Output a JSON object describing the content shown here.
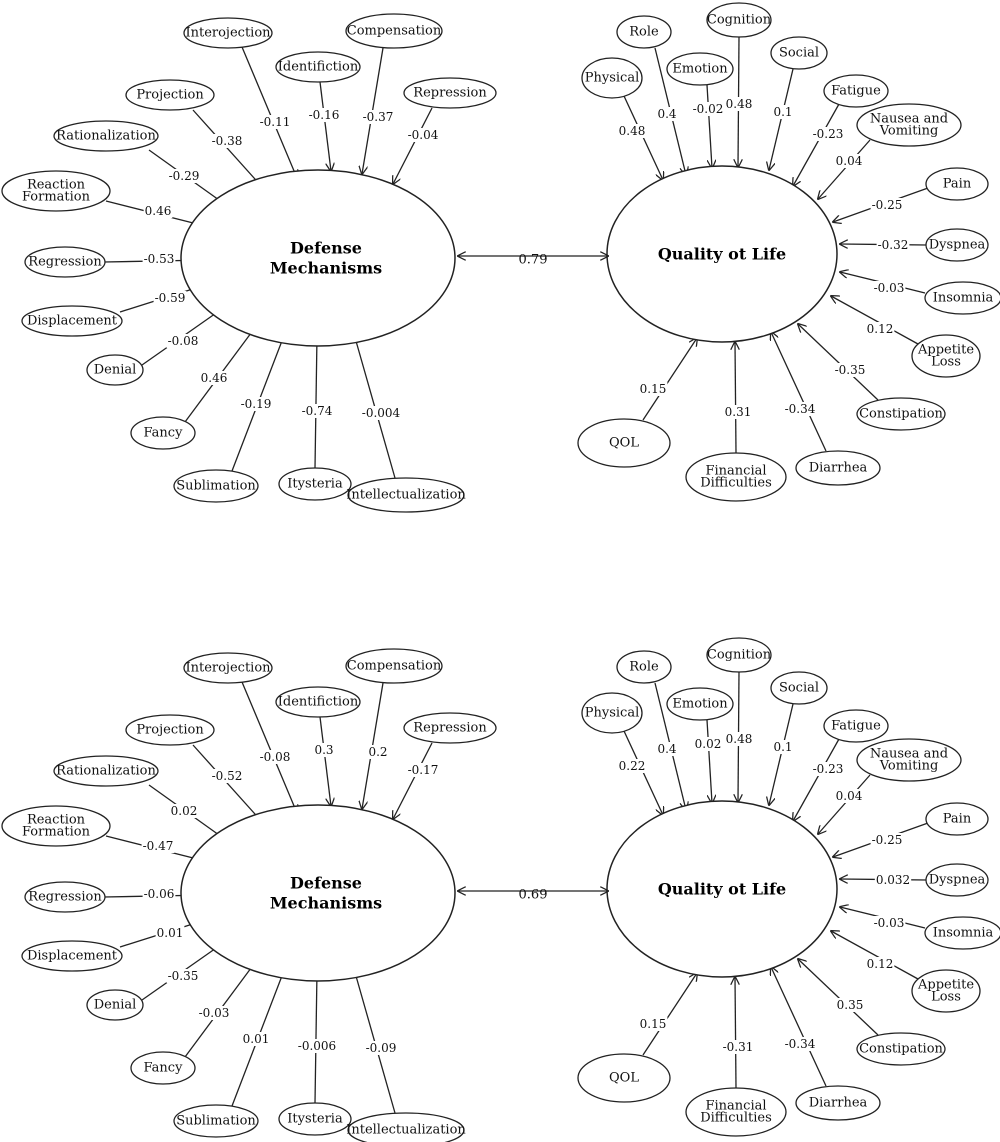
{
  "panels": [
    {
      "defense": {
        "title_lines": [
          "Defense",
          "Mechanisms"
        ],
        "indicators": [
          {
            "lines": [
              "Interojection"
            ],
            "weight": "-0.11"
          },
          {
            "lines": [
              "Identifiction"
            ],
            "weight": "-0.16"
          },
          {
            "lines": [
              "Compensation"
            ],
            "weight": "-0.37"
          },
          {
            "lines": [
              "Repression"
            ],
            "weight": "-0.04"
          },
          {
            "lines": [
              "Projection"
            ],
            "weight": "-0.38"
          },
          {
            "lines": [
              "Rationalization"
            ],
            "weight": "-0.29"
          },
          {
            "lines": [
              "Reaction",
              "Formation"
            ],
            "weight": "0.46"
          },
          {
            "lines": [
              "Regression"
            ],
            "weight": "-0.53"
          },
          {
            "lines": [
              "Displacement"
            ],
            "weight": "-0.59"
          },
          {
            "lines": [
              "Denial"
            ],
            "weight": "-0.08"
          },
          {
            "lines": [
              "Fancy"
            ],
            "weight": "0.46"
          },
          {
            "lines": [
              "Sublimation"
            ],
            "weight": "-0.19"
          },
          {
            "lines": [
              "Itysteria"
            ],
            "weight": "-0.74"
          },
          {
            "lines": [
              "Intellectualization"
            ],
            "weight": "-0.004"
          }
        ]
      },
      "correlation": "0.79",
      "qol": {
        "title_lines": [
          "Quality ot Life"
        ],
        "indicators": [
          {
            "lines": [
              "Physical"
            ],
            "weight": "0.48"
          },
          {
            "lines": [
              "Role"
            ],
            "weight": "0.4"
          },
          {
            "lines": [
              "Emotion"
            ],
            "weight": "-0.02"
          },
          {
            "lines": [
              "Cognition"
            ],
            "weight": "0.48"
          },
          {
            "lines": [
              "Social"
            ],
            "weight": "0.1"
          },
          {
            "lines": [
              "Fatigue"
            ],
            "weight": "-0.23"
          },
          {
            "lines": [
              "Nausea and",
              "Vomiting"
            ],
            "weight": "0.04"
          },
          {
            "lines": [
              "Pain"
            ],
            "weight": "-0.25"
          },
          {
            "lines": [
              "Dyspnea"
            ],
            "weight": "-0.32"
          },
          {
            "lines": [
              "Insomnia"
            ],
            "weight": "-0.03"
          },
          {
            "lines": [
              "Appetite",
              "Loss"
            ],
            "weight": "0.12"
          },
          {
            "lines": [
              "Constipation"
            ],
            "weight": "-0.35"
          },
          {
            "lines": [
              "Diarrhea"
            ],
            "weight": "-0.34"
          },
          {
            "lines": [
              "Financial",
              "Difficulties"
            ],
            "weight": "0.31"
          },
          {
            "lines": [
              "QOL"
            ],
            "weight": "0.15"
          }
        ]
      }
    },
    {
      "defense": {
        "title_lines": [
          "Defense",
          "Mechanisms"
        ],
        "indicators": [
          {
            "lines": [
              "Interojection"
            ],
            "weight": "-0.08"
          },
          {
            "lines": [
              "Identifiction"
            ],
            "weight": "0.3"
          },
          {
            "lines": [
              "Compensation"
            ],
            "weight": "0.2"
          },
          {
            "lines": [
              "Repression"
            ],
            "weight": "-0.17"
          },
          {
            "lines": [
              "Projection"
            ],
            "weight": "-0.52"
          },
          {
            "lines": [
              "Rationalization"
            ],
            "weight": "0.02"
          },
          {
            "lines": [
              "Reaction",
              "Formation"
            ],
            "weight": "-0.47"
          },
          {
            "lines": [
              "Regression"
            ],
            "weight": "-0.06"
          },
          {
            "lines": [
              "Displacement"
            ],
            "weight": "0.01"
          },
          {
            "lines": [
              "Denial"
            ],
            "weight": "-0.35"
          },
          {
            "lines": [
              "Fancy"
            ],
            "weight": "-0.03"
          },
          {
            "lines": [
              "Sublimation"
            ],
            "weight": "0.01"
          },
          {
            "lines": [
              "Itysteria"
            ],
            "weight": "-0.006"
          },
          {
            "lines": [
              "Intellectualization"
            ],
            "weight": "-0.09"
          }
        ]
      },
      "correlation": "0.69",
      "qol": {
        "title_lines": [
          "Quality ot Life"
        ],
        "indicators": [
          {
            "lines": [
              "Physical"
            ],
            "weight": "0.22"
          },
          {
            "lines": [
              "Role"
            ],
            "weight": "0.4"
          },
          {
            "lines": [
              "Emotion"
            ],
            "weight": "0.02"
          },
          {
            "lines": [
              "Cognition"
            ],
            "weight": "0.48"
          },
          {
            "lines": [
              "Social"
            ],
            "weight": "0.1"
          },
          {
            "lines": [
              "Fatigue"
            ],
            "weight": "-0.23"
          },
          {
            "lines": [
              "Nausea and",
              "Vomiting"
            ],
            "weight": "0.04"
          },
          {
            "lines": [
              "Pain"
            ],
            "weight": "-0.25"
          },
          {
            "lines": [
              "Dyspnea"
            ],
            "weight": "0.032"
          },
          {
            "lines": [
              "Insomnia"
            ],
            "weight": "-0.03"
          },
          {
            "lines": [
              "Appetite",
              "Loss"
            ],
            "weight": "0.12"
          },
          {
            "lines": [
              "Constipation"
            ],
            "weight": "0.35"
          },
          {
            "lines": [
              "Diarrhea"
            ],
            "weight": "-0.34"
          },
          {
            "lines": [
              "Financial",
              "Difficulties"
            ],
            "weight": "-0.31"
          },
          {
            "lines": [
              "QOL"
            ],
            "weight": "0.15"
          }
        ]
      }
    }
  ]
}
